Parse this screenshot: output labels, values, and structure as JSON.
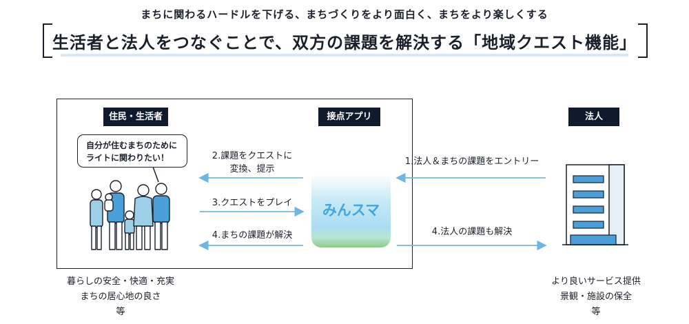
{
  "header": {
    "subtitle": "まちに関わるハードルを下げる、まちづくりをより面白く、まちをより楽しくする",
    "title": "生活者と法人をつなぐことで、双方の課題を解決する「地域クエスト機能」"
  },
  "tags": {
    "residents": "住民・生活者",
    "app": "接点アプリ",
    "corporation": "法人"
  },
  "bubble": {
    "line1": "自分が住むまちのために",
    "line2": "ライトに関わりたい！"
  },
  "app_icon": {
    "name": "みんスマ"
  },
  "arrows": {
    "a1": "1.法人＆まちの課題をエントリー",
    "a2_line1": "2.課題をクエストに",
    "a2_line2": "変換、提示",
    "a3": "3.クエストをプレイ",
    "a4_left": "4.まちの課題が解決",
    "a4_right": "4.法人の課題も解決"
  },
  "benefits_left": [
    "暮らしの安全・快適・充実",
    "まちの居心地の良さ",
    "等"
  ],
  "benefits_right": [
    "より良いサービス提供",
    "景観・施設の保全",
    "等"
  ],
  "colors": {
    "arrow": "#6fb5e4",
    "tag_bg": "#0f1b2d",
    "building": "#4a9fd8",
    "app_text": "#3fa7dd"
  }
}
